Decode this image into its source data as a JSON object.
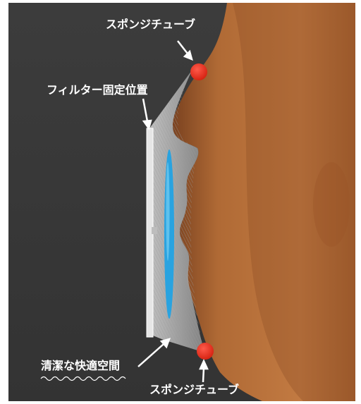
{
  "labels": {
    "sponge_tube_top": "スポンジチューブ",
    "filter_position": "フィルター固定位置",
    "clean_space": "清潔な快適空間",
    "sponge_tube_bottom": "スポンジチューブ"
  },
  "colors": {
    "background": "#3a3a3a",
    "skin": "#b06a35",
    "skin_shadow": "#7a4220",
    "filter_blue": "#29a3e0",
    "sponge_red": "#e8291c",
    "frame": "#d8d8d8"
  },
  "icons": {
    "wave": "wave-lines-icon",
    "sponge": "red-dot-icon"
  }
}
